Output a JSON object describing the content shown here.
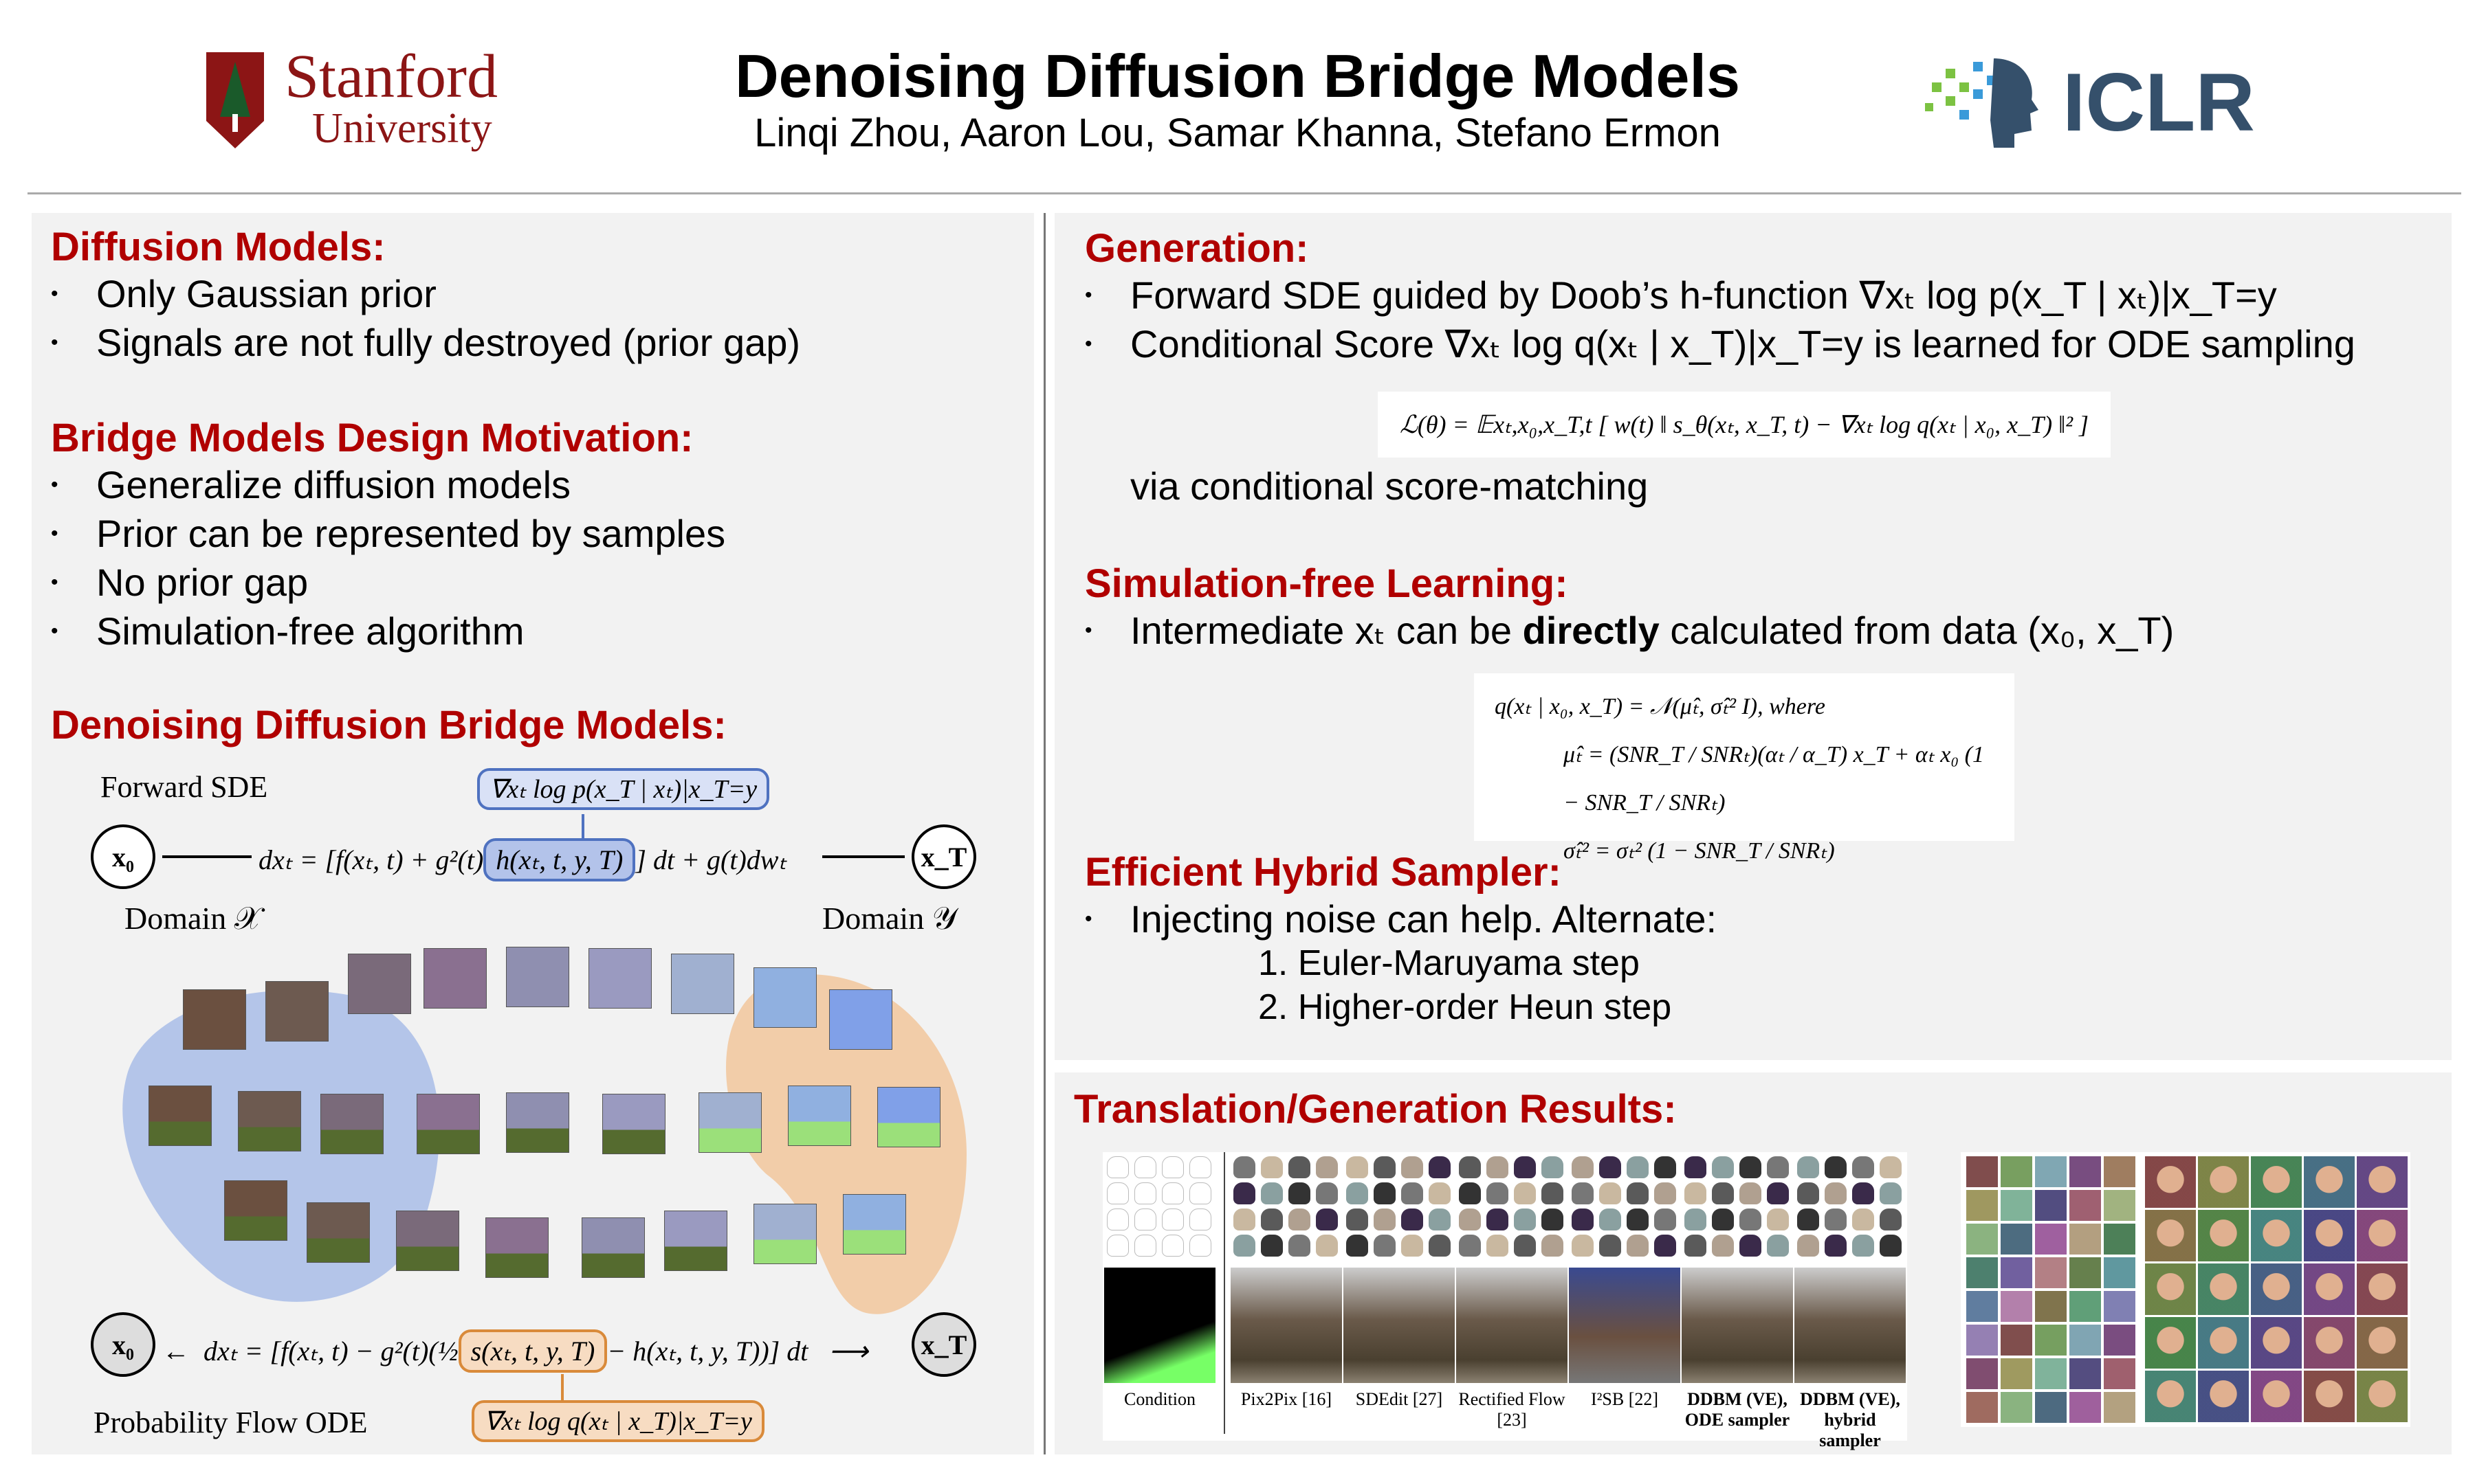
{
  "header": {
    "title": "Denoising Diffusion Bridge Models",
    "authors": "Linqi Zhou, Aaron Lou, Samar Khanna, Stefano Ermon",
    "stanford_line1": "Stanford",
    "stanford_line2": "University",
    "iclr": "ICLR"
  },
  "left": {
    "s1_title": "Diffusion Models:",
    "s1_items": [
      "Only Gaussian prior",
      "Signals are not fully destroyed (prior gap)"
    ],
    "s2_title": "Bridge Models Design Motivation:",
    "s2_items": [
      "Generalize diffusion models",
      "Prior can be represented by samples",
      "No prior gap",
      "Simulation-free algorithm"
    ],
    "s3_title": "Denoising Diffusion Bridge Models:",
    "diagram": {
      "forward_label": "Forward SDE",
      "h_box": "∇xₜ log p(x_T | xₜ)|x_T=y",
      "forward_eq_a": "dxₜ = [f(xₜ, t) + g²(t)",
      "forward_eq_h": "h(xₜ, t, y, T)",
      "forward_eq_b": "] dt + g(t)dwₜ",
      "x0": "x₀",
      "xT": "x_T",
      "domain_x": "Domain 𝒳",
      "domain_y": "Domain 𝒴",
      "ode_eq_a": "dxₜ = [f(xₜ, t) − g²(t)(½",
      "ode_eq_s": "s(xₜ, t, y, T)",
      "ode_eq_b": "− h(xₜ, t, y, T))] dt",
      "s_box": "∇xₜ log q(xₜ | x_T)|x_T=y",
      "ode_label": "Probability Flow ODE"
    }
  },
  "right": {
    "gen_title": "Generation:",
    "gen_items": [
      "Forward SDE guided by Doob’s h-function ∇xₜ log p(x_T | xₜ)|x_T=y",
      "Conditional Score ∇xₜ log q(xₜ | x_T)|x_T=y is learned for ODE sampling"
    ],
    "loss": "ℒ(θ) = 𝔼xₜ,x₀,x_T,t [ w(t) ‖ s_θ(xₜ, x_T, t) − ∇xₜ log q(xₜ | x₀, x_T) ‖² ]",
    "via": "via conditional score-matching",
    "sim_title": "Simulation-free Learning:",
    "sim_pre": "Intermediate xₜ can be ",
    "sim_bold": "directly",
    "sim_post": " calculated from data (x₀, x_T)",
    "q_eq": "q(xₜ | x₀, x_T) = 𝒩(μ̂ₜ, σ̂ₜ² I),     where",
    "mu_eq": "μ̂ₜ = (SNR_T / SNRₜ)(αₜ / α_T) x_T + αₜ x₀ (1 − SNR_T / SNRₜ)",
    "sig_eq": "σ̂ₜ² = σₜ² (1 − SNR_T / SNRₜ)",
    "hyb_title": "Efficient Hybrid Sampler:",
    "hyb_item": "Injecting noise can help. Alternate:",
    "hyb_steps": [
      "1. Euler-Maruyama step",
      "2. Higher-order Heun step"
    ],
    "res_title": "Translation/Generation Results:",
    "res_labels": [
      "Condition",
      "Pix2Pix [16]",
      "SDEdit [27]",
      "Rectified Flow [23]",
      "I²SB [22]",
      "DDBM (VE), ODE sampler",
      "DDBM (VE), hybrid sampler"
    ]
  },
  "colors": {
    "heading": "#b00000",
    "panel": "#f2f2f2",
    "blue": "#4f72c0",
    "orange": "#d98a3a"
  }
}
